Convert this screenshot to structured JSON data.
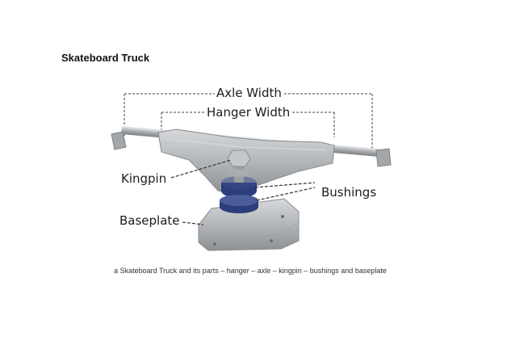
{
  "title": "Skateboard Truck",
  "labels": {
    "axle_width": "Axle Width",
    "hanger_width": "Hanger Width",
    "kingpin": "Kingpin",
    "bushings": "Bushings",
    "baseplate": "Baseplate"
  },
  "caption": "a Skateboard Truck and its parts – hanger – axle – kingpin – bushings and baseplate",
  "colors": {
    "metal": "#b9bcbf",
    "bushing": "#2b3d7a",
    "line": "#444444"
  }
}
